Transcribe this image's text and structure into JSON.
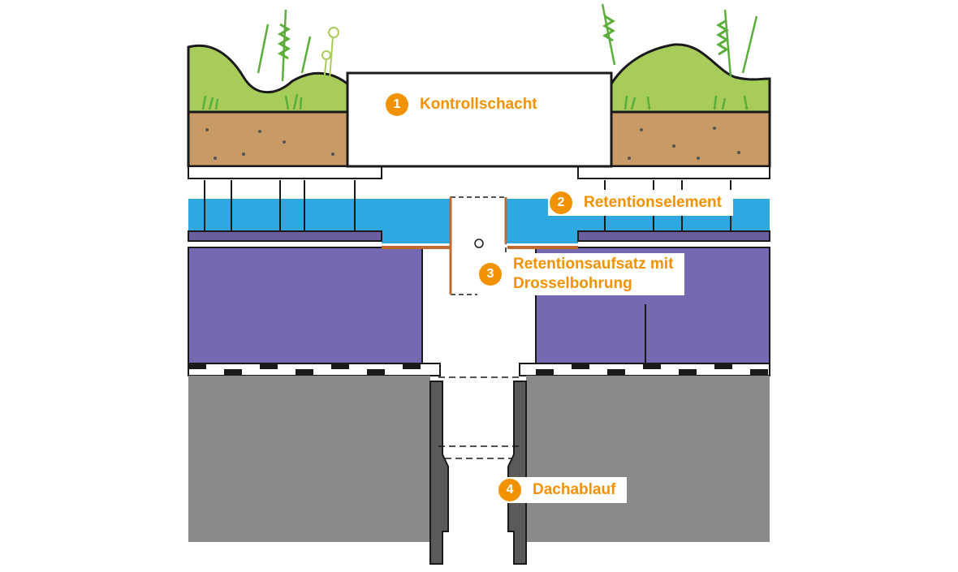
{
  "colors": {
    "accent": "#F39200",
    "vegetation": "#A8CC5A",
    "soil": "#C89A66",
    "water": "#2FA7DF",
    "retention_block": "#7769B1",
    "roof_slab": "#8A8A8A",
    "membrane": "#C06A2E",
    "outline": "#1A1A1A"
  },
  "callouts": [
    {
      "number": "1",
      "label": "Kontrollschacht"
    },
    {
      "number": "2",
      "label": "Retentionselement"
    },
    {
      "number": "3",
      "label": "Retentionsaufsatz mit\nDrosselbohrung"
    },
    {
      "number": "4",
      "label": "Dachablauf"
    }
  ]
}
